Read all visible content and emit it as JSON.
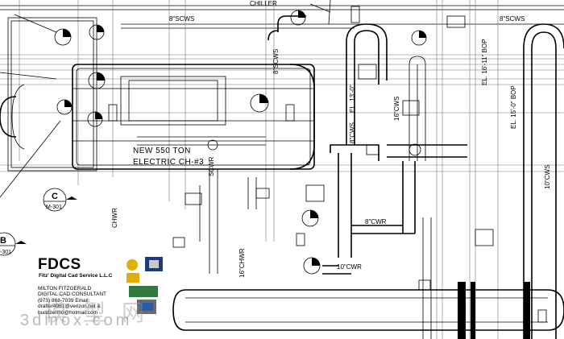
{
  "drawing": {
    "pipe_labels": {
      "scws_top_left": "8\"SCWS",
      "scws_top_right": "8\"SCWS",
      "scws_vertical": "8\"SCWS",
      "chiller_top": "CHILLER",
      "bop_1": "EL. 16'-11\" BOP",
      "bop_2": "EL. 15'-0\" BOP",
      "el_vert": "EL. 13'-0\"",
      "cws_16": "16\"CWS",
      "cws_10": "10\"CWS",
      "cws_8": "8\"CWS",
      "chwr_left": "CHWR",
      "chwr_16": "16\"CHWR",
      "cwr_8": "8\"CWR",
      "cwr_10": "10\"CWR",
      "scwr": "SCWR"
    },
    "chiller_label": {
      "line1": "NEW 550 TON",
      "line2": "ELECTRIC CH-#3"
    },
    "callouts": {
      "c_letter": "C",
      "c_sheet": "M-301",
      "b_letter": "B",
      "b_sheet": "-301"
    }
  },
  "title_block": {
    "company": "FDCS",
    "company_sub": "Fitz' Digital Cad Service L.L.C",
    "contact_lines": [
      "MILTON FITZGERALD",
      "DIGITAL CAD CONSULTANT",
      "(973) 868-7039  Email:",
      "drafter4981@verizon.net &",
      "buddzermo@hotmail.com"
    ]
  },
  "watermark": {
    "text": "3dmox.com",
    "cn": "模型网"
  },
  "colors": {
    "line": "#000000",
    "background": "#ffffff",
    "watermark": "#8a8a8a"
  }
}
